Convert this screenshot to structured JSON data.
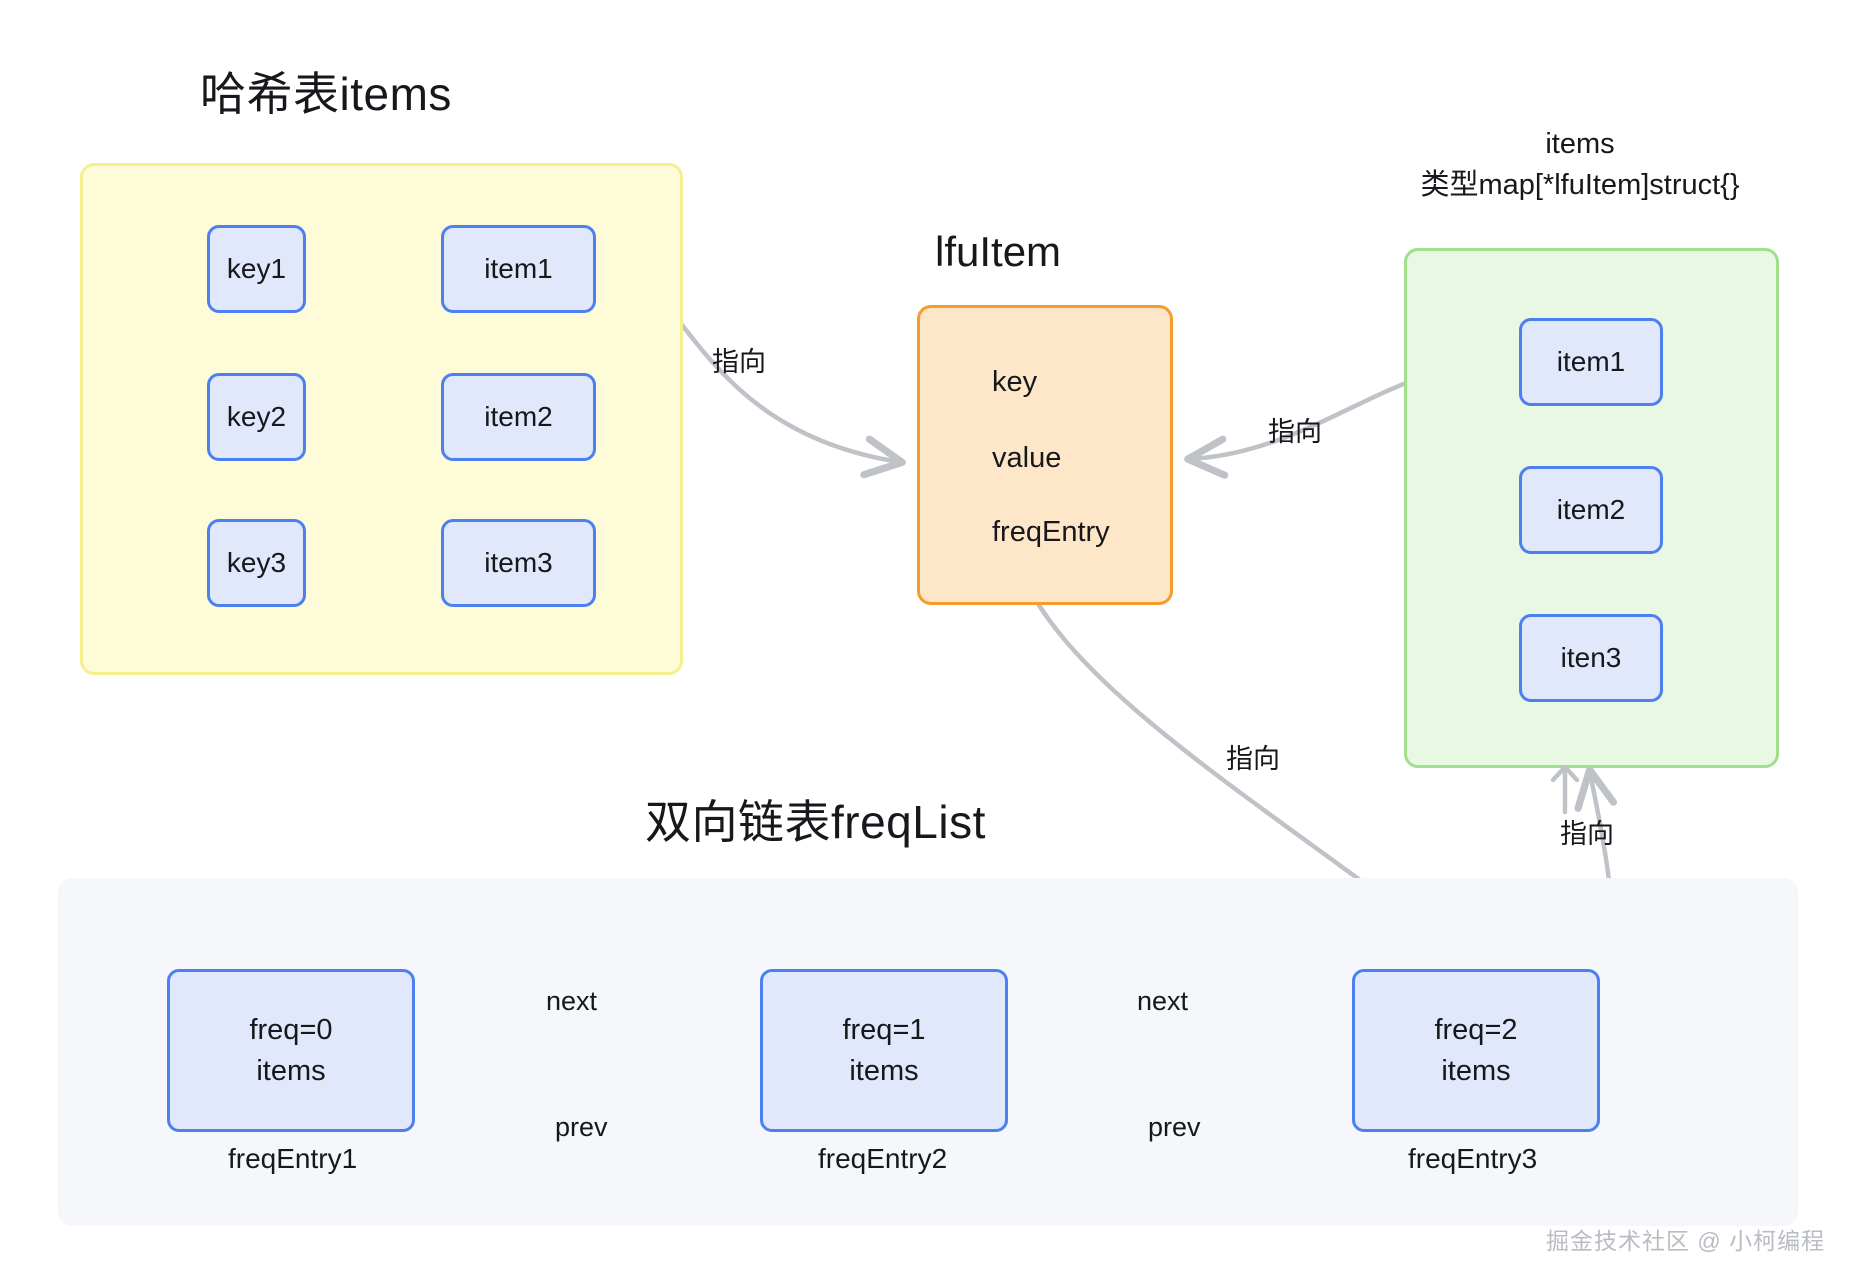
{
  "diagram": {
    "watermark": "掘金技术社区 @ 小柯编程",
    "colors": {
      "node_fill": "#e2e8fb",
      "node_border": "#4c7ff0",
      "hash_container_fill": "#fdfbd8",
      "hash_container_border": "#f6ef8e",
      "map_container_fill": "#e8f8e3",
      "map_container_border": "#9fe08a",
      "item_fill": "#fde7c8",
      "item_border": "#f59c2a",
      "list_container_fill": "#f5f7fa",
      "edge": "#bfc2c7"
    }
  },
  "hash_section": {
    "title": "哈希表items",
    "rows": [
      {
        "key": "key1",
        "item": "item1"
      },
      {
        "key": "key2",
        "item": "item2"
      },
      {
        "key": "key3",
        "item": "item3"
      }
    ]
  },
  "lfu_item": {
    "title": "lfuItem",
    "fields": [
      "key",
      "value",
      "freqEntry"
    ]
  },
  "map_section": {
    "caption_line1": "items",
    "caption_line2": "类型map[*lfuItem]struct{}",
    "items": [
      "item1",
      "item2",
      "iten3"
    ]
  },
  "freq_list_section": {
    "title": "双向链表freqList",
    "nodes": [
      {
        "freq": "freq=0",
        "items": "items",
        "caption": "freqEntry1"
      },
      {
        "freq": "freq=1",
        "items": "items",
        "caption": "freqEntry2"
      },
      {
        "freq": "freq=2",
        "items": "items",
        "caption": "freqEntry3"
      }
    ],
    "link_labels": {
      "next1": "next",
      "next2": "next",
      "prev1": "prev",
      "prev2": "prev"
    }
  },
  "edge_labels": {
    "hash_to_lfuitem": "指向",
    "map_to_lfuitem": "指向",
    "freqentry_to_list": "指向",
    "list_to_map": "指向"
  }
}
